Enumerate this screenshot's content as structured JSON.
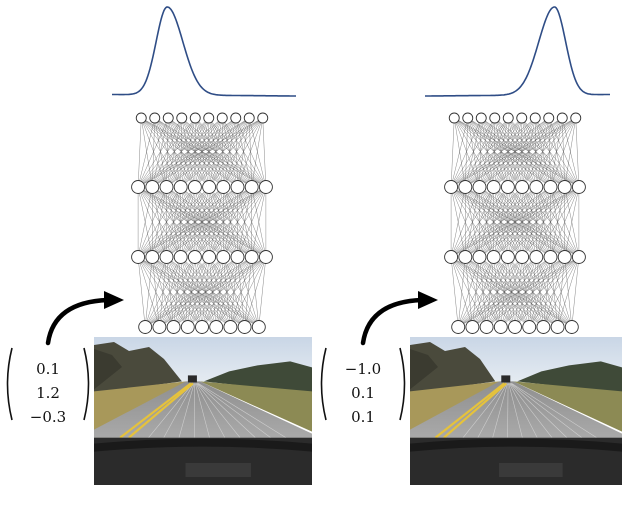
{
  "panels": [
    {
      "id": "left",
      "vector": [
        "0.1",
        "1.2",
        "−0.3"
      ],
      "distribution_peak": "left",
      "network_layer_nodes": [
        10,
        10,
        10,
        9
      ]
    },
    {
      "id": "right",
      "vector": [
        "−1.0",
        "0.1",
        "0.1"
      ],
      "distribution_peak": "right",
      "network_layer_nodes": [
        10,
        10,
        10,
        9
      ]
    }
  ],
  "colors": {
    "curve": "#2f4d86",
    "arrow": "#000000",
    "edges": "#555555",
    "node_fill": "#ffffff",
    "node_stroke": "#333333",
    "road_line": "#e5c23c"
  },
  "icons": {
    "road_image": "driving-road-photo",
    "arrow": "curved-arrow"
  }
}
